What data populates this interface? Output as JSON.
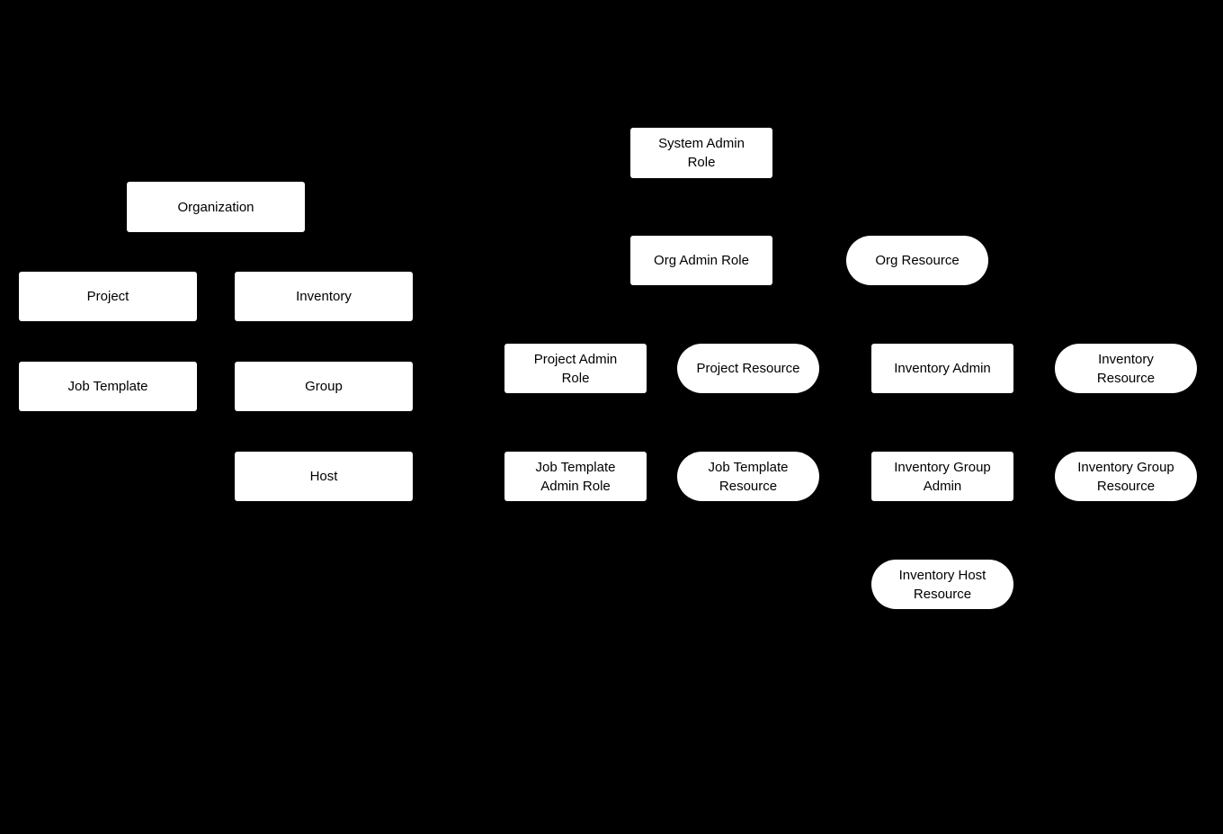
{
  "diagram": {
    "background_color": "#000000",
    "node_fill_color": "#ffffff",
    "node_text_color": "#000000",
    "nodes": {
      "organization": {
        "label": "Organization",
        "shape": "rect"
      },
      "project": {
        "label": "Project",
        "shape": "rect"
      },
      "inventory": {
        "label": "Inventory",
        "shape": "rect"
      },
      "job_template": {
        "label": "Job Template",
        "shape": "rect"
      },
      "group": {
        "label": "Group",
        "shape": "rect"
      },
      "host": {
        "label": "Host",
        "shape": "rect"
      },
      "system_admin_role": {
        "label": "System Admin\nRole",
        "shape": "rect"
      },
      "org_admin_role": {
        "label": "Org Admin Role",
        "shape": "rect"
      },
      "org_resource": {
        "label": "Org Resource",
        "shape": "stadium"
      },
      "project_admin_role": {
        "label": "Project Admin\nRole",
        "shape": "rect"
      },
      "project_resource": {
        "label": "Project Resource",
        "shape": "stadium"
      },
      "inventory_admin": {
        "label": "Inventory Admin",
        "shape": "rect"
      },
      "inventory_resource": {
        "label": "Inventory\nResource",
        "shape": "stadium"
      },
      "job_template_admin_role": {
        "label": "Job Template\nAdmin Role",
        "shape": "rect"
      },
      "job_template_resource": {
        "label": "Job Template\nResource",
        "shape": "stadium"
      },
      "inventory_group_admin": {
        "label": "Inventory Group\nAdmin",
        "shape": "rect"
      },
      "inventory_group_resource": {
        "label": "Inventory Group\nResource",
        "shape": "stadium"
      },
      "inventory_host_resource": {
        "label": "Inventory Host\nResource",
        "shape": "stadium"
      }
    }
  }
}
